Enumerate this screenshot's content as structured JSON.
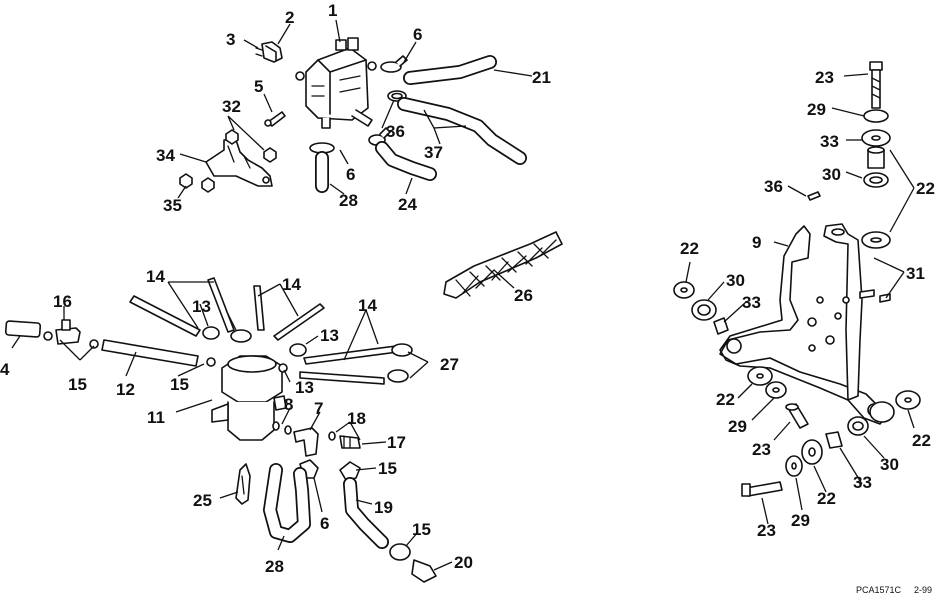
{
  "callouts": [
    "1",
    "2",
    "3",
    "4",
    "5",
    "6",
    "7",
    "8",
    "9",
    "11",
    "12",
    "13",
    "14",
    "15",
    "16",
    "17",
    "18",
    "19",
    "20",
    "21",
    "22",
    "23",
    "24",
    "25",
    "26",
    "27",
    "28",
    "29",
    "30",
    "31",
    "32",
    "33",
    "34",
    "35",
    "36",
    "37"
  ],
  "footer": {
    "code": "PCA1571C",
    "date": "2-99"
  }
}
